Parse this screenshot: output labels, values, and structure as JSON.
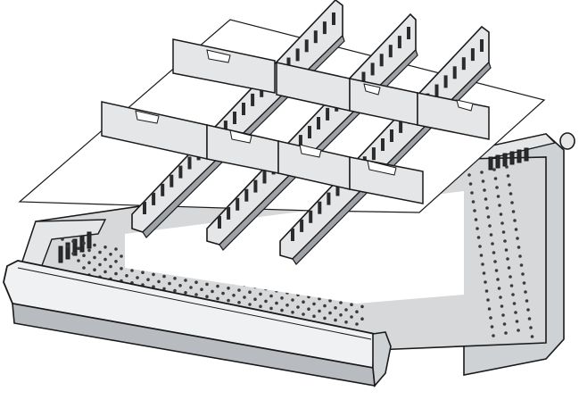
{
  "colors": {
    "background": "#ffffff",
    "outline": "#1a1a1a",
    "panel_light": "#e4e6e8",
    "panel_mid": "#cfd2d5",
    "panel_dark": "#9ea2a6",
    "sheet": "#ffffff",
    "slot_dark": "#2b2b2b",
    "hole": "#3a3a3a",
    "tray_floor": "#d6d8da",
    "handle_light": "#f0f1f2",
    "handle_shadow": "#b8bcc0"
  },
  "scene": {
    "subject": "drawer-insert-divider-kit",
    "long_dividers_count": 3,
    "cross_dividers_count": 8,
    "has_perforated_tray": true,
    "has_cover_sheet": true,
    "has_front_handle": true
  }
}
